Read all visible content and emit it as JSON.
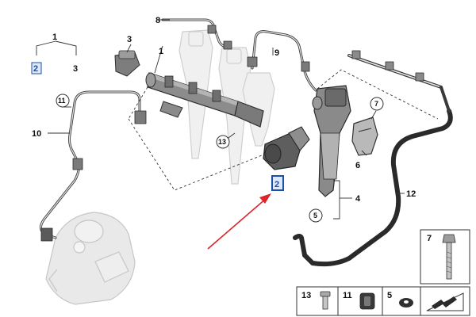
{
  "legend_tree": {
    "root": "1",
    "child_a": "2",
    "child_b": "3"
  },
  "callouts": {
    "c1": "1",
    "c3": "3",
    "c4": "4",
    "c5": "5",
    "c6": "6",
    "c7": "7",
    "c8": "8",
    "c9": "9",
    "c10": "10",
    "c11": "11",
    "c12": "12",
    "c13": "13",
    "highlight": "2"
  },
  "hardware_boxes": [
    {
      "label": "13",
      "item": "bolt"
    },
    {
      "label": "11",
      "item": "grommet"
    },
    {
      "label": "5",
      "item": "washer"
    },
    {
      "label": "",
      "item": "catalog-symbol"
    }
  ],
  "side_box": {
    "label": "7",
    "item": "long-bolt"
  },
  "colors": {
    "highlight_text": "#1f4ea8",
    "highlight_box": "#1f4ea8",
    "arrow": "#d9262b",
    "ghost_parts": "#c8c8c8",
    "line_parts": "#3a3a3a"
  }
}
